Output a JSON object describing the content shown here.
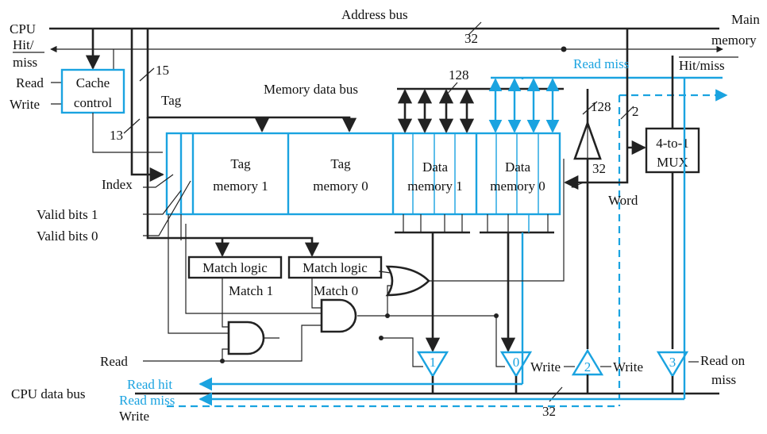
{
  "labels": {
    "cpu": "CPU",
    "hit_miss_left_1": "Hit/",
    "hit_miss_left_2": "miss",
    "read": "Read",
    "write": "Write",
    "cache_control_1": "Cache",
    "cache_control_2": "control",
    "address_bus": "Address bus",
    "main_memory_1": "Main",
    "main_memory_2": "memory",
    "hit_miss_right": "Hit/miss",
    "read_miss_top": "Read miss",
    "memory_data_bus": "Memory data bus",
    "tag": "Tag",
    "index": "Index",
    "valid_bits_1": "Valid bits 1",
    "valid_bits_0": "Valid bits 0",
    "tag_memory_1_a": "Tag",
    "tag_memory_1_b": "memory 1",
    "tag_memory_0_a": "Tag",
    "tag_memory_0_b": "memory 0",
    "data_memory_1_a": "Data",
    "data_memory_1_b": "memory 1",
    "data_memory_0_a": "Data",
    "data_memory_0_b": "memory 0",
    "match_logic_1": "Match logic",
    "match_logic_0": "Match logic",
    "match_1": "Match 1",
    "match_0": "Match 0",
    "mux_1": "4-to-1",
    "mux_2": "MUX",
    "word": "Word",
    "read_bottom": "Read",
    "cpu_data_bus": "CPU data bus",
    "read_hit": "Read hit",
    "read_miss_bottom": "Read miss",
    "write_bottom": "Write",
    "write_buf_left": "Write",
    "write_buf_right": "Write",
    "read_on_miss_1": "Read on",
    "read_on_miss_2": "miss",
    "buf_1": "1",
    "buf_0": "0",
    "buf_2": "2",
    "buf_3": "3",
    "w32_addr": "32",
    "w15": "15",
    "w13": "13",
    "w128_bus": "128",
    "w128_in": "128",
    "w2": "2",
    "w32_mid": "32",
    "w32_bottom": "32"
  }
}
